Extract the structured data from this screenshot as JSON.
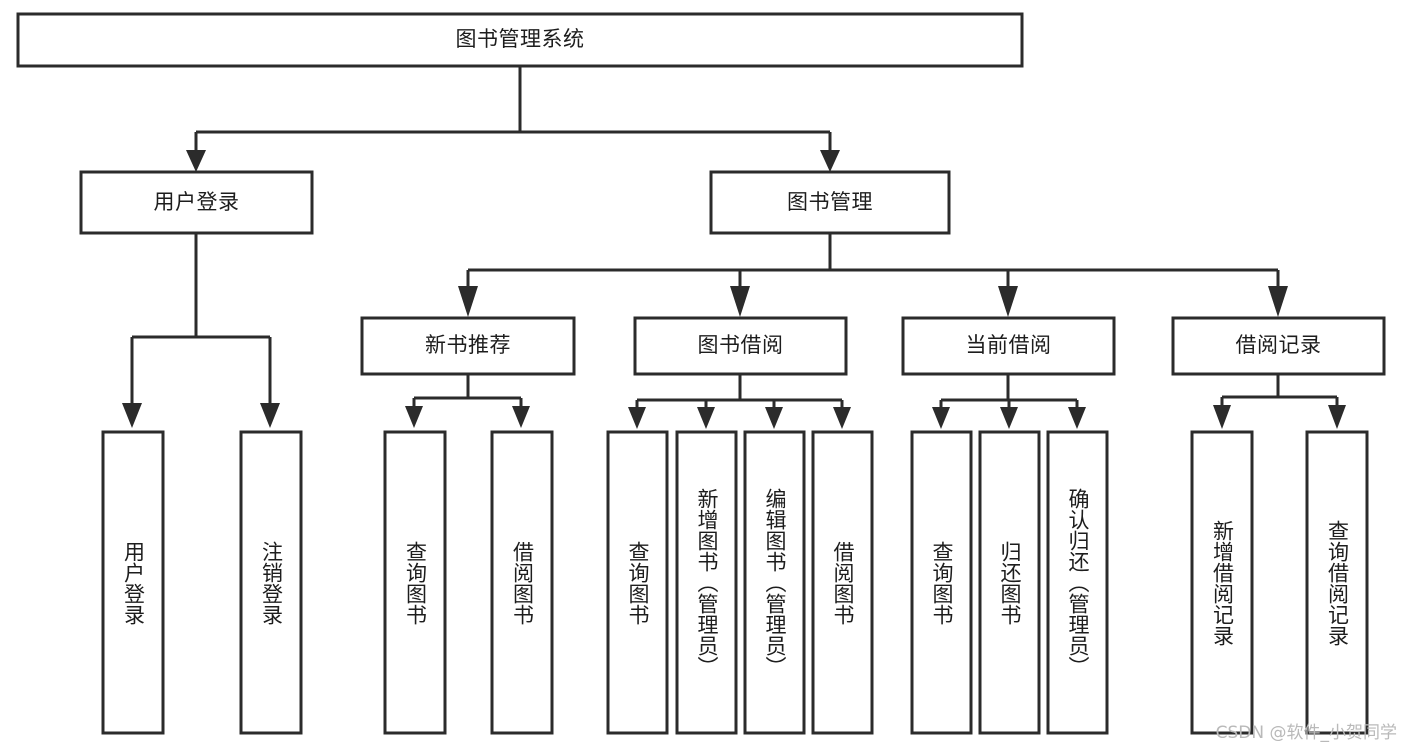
{
  "diagram": {
    "title": "图书管理系统",
    "type": "tree",
    "root": {
      "label": "图书管理系统"
    },
    "level2": [
      {
        "label": "用户登录"
      },
      {
        "label": "图书管理"
      }
    ],
    "level3": [
      {
        "label": "新书推荐"
      },
      {
        "label": "图书借阅"
      },
      {
        "label": "当前借阅"
      },
      {
        "label": "借阅记录"
      }
    ],
    "leaves_user_login": [
      {
        "label": "用户登录"
      },
      {
        "label": "注销登录"
      }
    ],
    "leaves_new_book": [
      {
        "label": "查询图书"
      },
      {
        "label": "借阅图书"
      }
    ],
    "leaves_borrow": [
      {
        "label": "查询图书"
      },
      {
        "label": "新增图书（管理员）"
      },
      {
        "label": "编辑图书（管理员）"
      },
      {
        "label": "借阅图书"
      }
    ],
    "leaves_current": [
      {
        "label": "查询图书"
      },
      {
        "label": "归还图书"
      },
      {
        "label": "确认归还（管理员）"
      }
    ],
    "leaves_records": [
      {
        "label": "新增借阅记录"
      },
      {
        "label": "查询借阅记录"
      }
    ]
  },
  "watermark": {
    "text": "CSDN @软件_小贺同学"
  },
  "colors": {
    "box_stroke": "#2b2b2b",
    "box_fill": "#ffffff",
    "text": "#1d1d1d",
    "watermark": "#b9b9b9",
    "background": "#ffffff"
  }
}
